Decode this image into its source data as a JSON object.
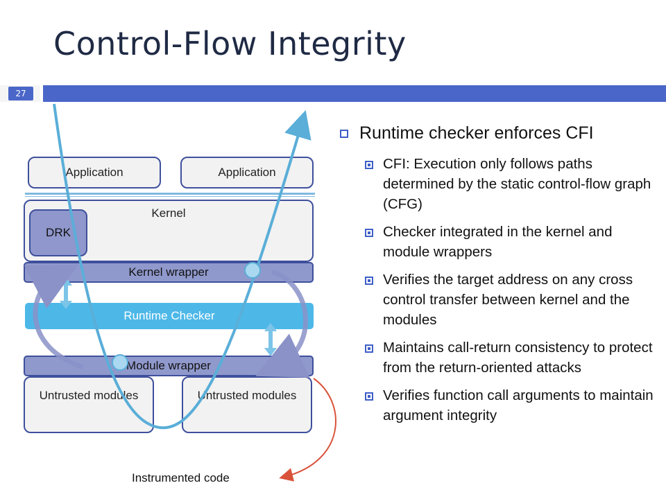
{
  "title": "Control-Flow Integrity",
  "slide_number": "27",
  "diagram": {
    "app_left": "Application",
    "app_right": "Application",
    "kernel": "Kernel",
    "drk": "DRK",
    "kernel_wrapper": "Kernel wrapper",
    "runtime_checker": "Runtime Checker",
    "module_wrapper": "Module wrapper",
    "untrusted_left": "Untrusted modules",
    "untrusted_right": "Untrusted modules",
    "instrumented_code": "Instrumented  code"
  },
  "bullets": {
    "main": "Runtime checker enforces CFI",
    "sub": [
      "CFI: Execution only follows paths determined by the static control-flow graph (CFG)",
      "Checker integrated in the kernel and module wrappers",
      "Verifies the target address on any cross control transfer between kernel and the modules",
      "Maintains call-return consistency to protect from the return-oriented attacks",
      "Verifies function call arguments to maintain argument integrity"
    ]
  },
  "colors": {
    "title": "#1f2a44",
    "accent_bar": "#4a66c8",
    "box_border": "#3e4f9c",
    "wrapper_fill": "#9099cc",
    "checker_fill": "#4db8e8",
    "flow_line": "#5aaed8",
    "instrument_arrow": "#d9533a"
  }
}
